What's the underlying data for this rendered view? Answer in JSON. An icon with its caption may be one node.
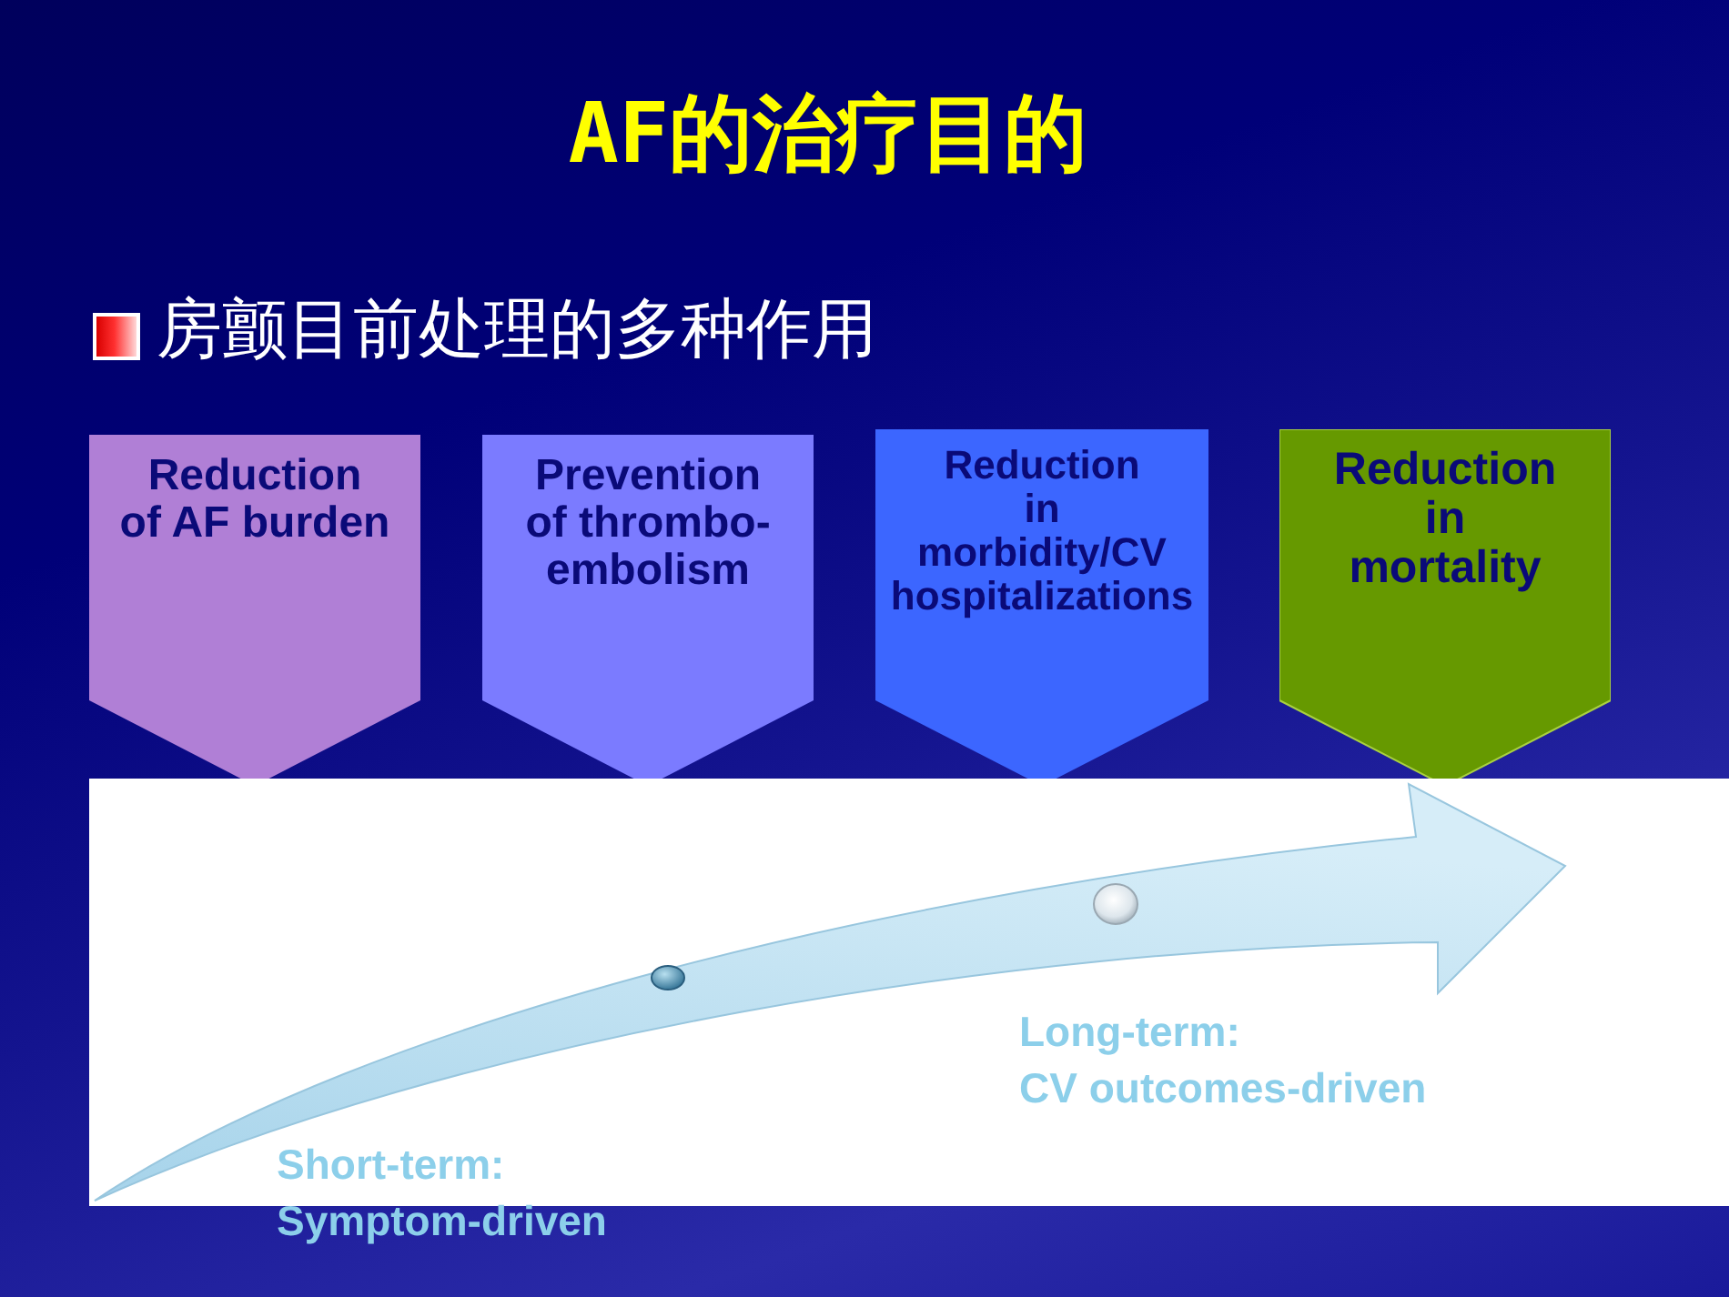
{
  "diagram": {
    "title": "AF的治疗目的",
    "nodes": [
      {
        "text": [
          "Reduction of AF burden"
        ]
      },
      {
        "text": [
          "Prevention of thrombo- embolism"
        ]
      },
      {
        "text": [
          "Reduction in morbidity/CV hospitalizations"
        ]
      },
      {
        "text": [
          "Reduction in mortality"
        ]
      }
    ],
    "labels": [
      "房颤目前处理的多种作用",
      "Long-term: CV outcomes-driven",
      "Short-term: Symptom-driven"
    ]
  }
}
